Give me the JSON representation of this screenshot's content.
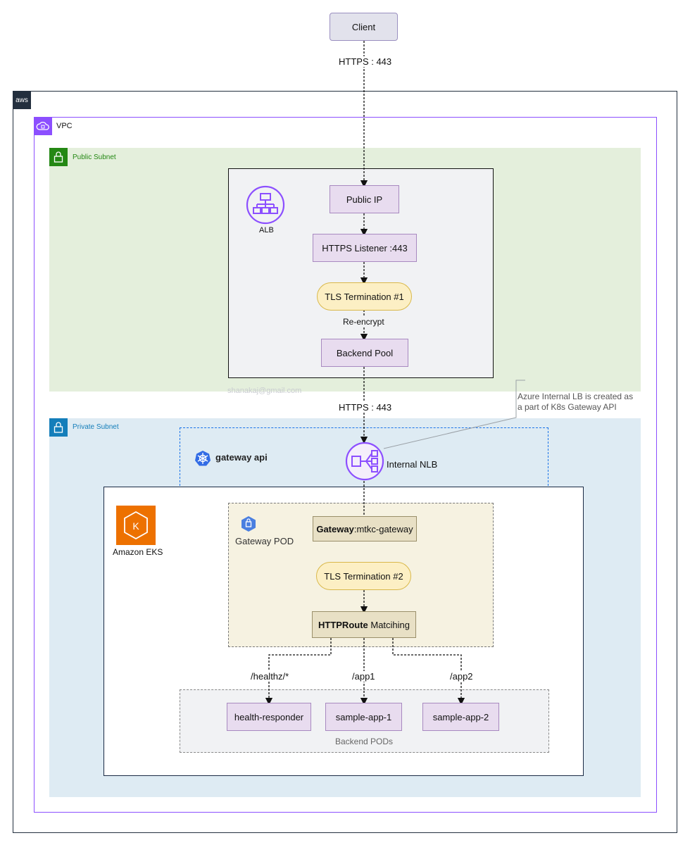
{
  "client": {
    "label": "Client"
  },
  "https_top": "HTTPS : 443",
  "https_mid": "HTTPS : 443",
  "aws": {
    "logo_text": "aws"
  },
  "vpc": {
    "label": "VPC"
  },
  "public_subnet": {
    "label": "Public Subnet"
  },
  "private_subnet": {
    "label": "Private Subnet"
  },
  "alb": {
    "label": "ALB",
    "public_ip": "Public IP",
    "listener": "HTTPS Listener :443",
    "tls1": "TLS Termination #1",
    "reencrypt": "Re-encrypt",
    "backend_pool": "Backend Pool"
  },
  "watermark": "shanakaj@gmail.com",
  "note": {
    "line1": "Azure Internal LB is created as",
    "line2": "a part of K8s Gateway API"
  },
  "gateway_api": {
    "label": "gateway api"
  },
  "nlb": {
    "label": "Internal NLB"
  },
  "eks": {
    "label": "Amazon EKS",
    "icon_letter": "K"
  },
  "gateway_pod": {
    "label": "Gateway POD",
    "gateway_bold": "Gateway",
    "gateway_rest": ":mtkc-gateway",
    "tls2": "TLS Termination #2",
    "route_bold": "HTTPRoute",
    "route_rest": " Matcihing"
  },
  "routes": {
    "healthz": "/healthz/*",
    "app1": "/app1",
    "app2": "/app2"
  },
  "apps": {
    "health": "health-responder",
    "app1": "sample-app-1",
    "app2": "sample-app-2"
  },
  "backend_pods": {
    "label": "Backend PODs"
  },
  "colors": {
    "purple": "#8c4fff",
    "public_green": "#248814",
    "private_blue": "#147eba",
    "public_bg": "#e4efdc",
    "private_bg": "#deebf3",
    "k8s_blue": "#326ce5",
    "eks_orange": "#ed7100"
  }
}
